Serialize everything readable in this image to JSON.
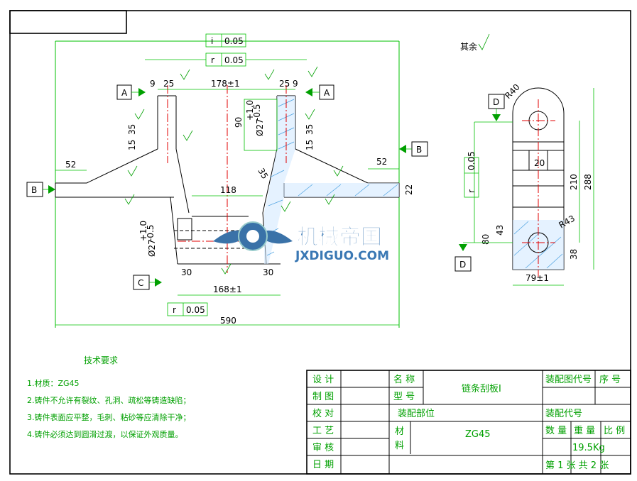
{
  "drawing": {
    "frame_label": "",
    "tolerance_i": {
      "symbol": "i",
      "value": "0.05"
    },
    "tolerance_r_top": {
      "symbol": "r",
      "value": "0.05"
    },
    "tolerance_r_bottom": {
      "symbol": "r",
      "value": "0.05"
    },
    "tolerance_r_side": {
      "symbol": "r",
      "value": "0.05"
    },
    "datums": {
      "A_left": "A",
      "A_right": "A",
      "B_left": "B",
      "B_right": "B",
      "C": "C",
      "D_top": "D",
      "D_bottom": "D"
    },
    "roughness_other": "其余",
    "dims": {
      "d9_left": "9",
      "d25_left": "25",
      "d178": "178±1",
      "d25_right": "25",
      "d9_right": "9",
      "d15_left": "15",
      "d35_left": "35",
      "d52_left": "52",
      "d52_right": "52",
      "d90": "90",
      "d027_top": "Ø27",
      "d027_top_tol_up": "+1.0",
      "d027_top_tol_dn": "-0.5",
      "d15_right": "15",
      "d35_right": "35",
      "d118": "118",
      "d22": "22",
      "d027_bot": "Ø27",
      "d027_bot_tol_up": "+1.0",
      "d027_bot_tol_dn": "-0.5",
      "d30_left": "30",
      "d30_right": "30",
      "d168": "168±1",
      "d590": "590",
      "r40": "R40",
      "d20": "20",
      "d210": "210",
      "d288": "288",
      "d80": "80",
      "d43": "43",
      "r43": "R43",
      "d38": "38",
      "d79": "79±1",
      "d35_r": "35"
    },
    "watermark": {
      "cn": "机械帝国",
      "en": "JXDIGUO.COM"
    }
  },
  "tech": {
    "title": "技术要求",
    "items": [
      "1.材质：ZG45",
      "2.铸件不允许有裂纹、孔洞、疏松等铸造缺陷；",
      "3.铸件表面应平整，毛刺、粘砂等应清除干净；",
      "4.铸件必须达到圆滑过渡，以保证外观质量。"
    ]
  },
  "titleblock": {
    "design": "设 计",
    "draw": "制 图",
    "check": "校 对",
    "process": "工 艺",
    "review": "审 核",
    "date": "日 期",
    "name_label": "名 称",
    "model_label": "型 号",
    "part_name": "链条刮板I",
    "assembly_part": "装配部位",
    "material_label": "材 料",
    "material": "ZG45",
    "asm_drawing_no": "装配图代号",
    "seq_no": "序 号",
    "asm_code": "装配代号",
    "qty": "数 量",
    "weight": "重 量",
    "scale": "比 例",
    "weight_val": "19.5Kg",
    "sheet": "第  1  张  共  2  张"
  }
}
